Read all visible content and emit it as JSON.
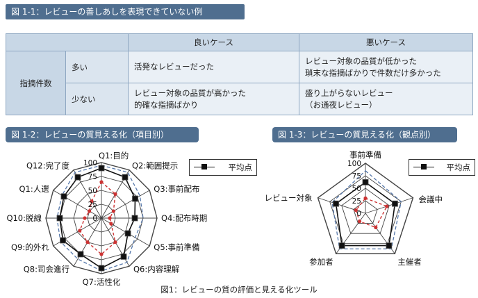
{
  "fig1_1": {
    "title": "図 1-1：レビューの善しあしを表現できていない例",
    "table": {
      "col_good": "良いケース",
      "col_bad": "悪いケース",
      "row_group": "指摘件数",
      "rows": [
        {
          "label": "多い",
          "good": "活発なレビューだった",
          "bad": "レビュー対象の品質が低かった\n瑣末な指摘ばかりで件数だけ多かった"
        },
        {
          "label": "少ない",
          "good": "レビュー対象の品質が高かった\n的確な指摘ばかり",
          "bad": "盛り上がらないレビュー\n（お通夜レビュー）"
        }
      ]
    }
  },
  "fig1_2": {
    "title": "図 1-2：レビューの質見える化（項目別）",
    "legend": "平均点",
    "colors": {
      "average": "#111111",
      "series": "#cc3333",
      "ref": "#5577aa",
      "grid": "#444444"
    },
    "chart_data": {
      "type": "radar",
      "axes": [
        "Q1:目的",
        "Q2:範囲提示",
        "Q3:事前配布",
        "Q4:配布時期",
        "Q5:事前準備",
        "Q6:内容理解",
        "Q7:活性化",
        "Q8:司会進行",
        "Q9:的外れ",
        "Q10:脱線",
        "Q1:人選",
        "Q12:完了度"
      ],
      "ticks": [
        "100",
        "75",
        "50",
        "25",
        "0"
      ],
      "range": [
        0,
        100
      ],
      "series": [
        {
          "name": "平均点",
          "values": [
            90,
            85,
            70,
            60,
            55,
            80,
            90,
            75,
            80,
            75,
            78,
            85
          ]
        },
        {
          "values": [
            95,
            95,
            80,
            75,
            70,
            92,
            95,
            85,
            85,
            80,
            82,
            95
          ]
        },
        {
          "values": [
            65,
            50,
            25,
            15,
            20,
            50,
            65,
            50,
            45,
            30,
            25,
            35
          ]
        }
      ]
    }
  },
  "fig1_3": {
    "title": "図 1-3：レビューの質見える化（観点別）",
    "legend": "平均点",
    "chart_data": {
      "type": "radar",
      "axes": [
        "事前準備",
        "会議中",
        "主催者",
        "参加者",
        "レビュー対象"
      ],
      "ticks": [
        "100",
        "75",
        "50",
        "25",
        "0"
      ],
      "range": [
        0,
        100
      ],
      "series": [
        {
          "name": "平均点",
          "values": [
            62,
            62,
            80,
            80,
            62
          ]
        },
        {
          "values": [
            85,
            75,
            88,
            88,
            70
          ]
        },
        {
          "values": [
            30,
            45,
            35,
            20,
            20
          ]
        }
      ]
    }
  },
  "caption": "図1：レビューの質の評価と見える化ツール"
}
